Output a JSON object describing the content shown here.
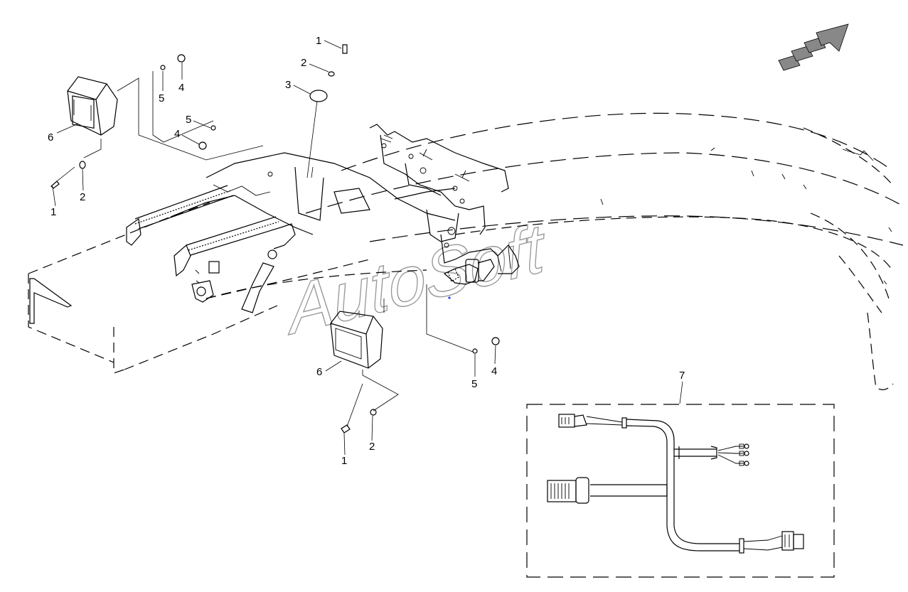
{
  "watermark": "AutoSoft",
  "callouts": {
    "topbolt_1": "1",
    "topwasher_2": "2",
    "cap_3": "3",
    "nut_left_4a": "4",
    "washer_left_5a": "5",
    "nut_left_4b": "4",
    "washer_left_5b": "5",
    "lamp_left_6": "6",
    "bolt_left_1": "1",
    "washer_left_2": "2",
    "lamp_center_6": "6",
    "washer_center_5": "5",
    "nut_center_4": "4",
    "bolt_center_1": "1",
    "washer_center_2": "2",
    "harness_7": "7"
  },
  "colors": {
    "line": "#000000",
    "watermark": "#9a9a9a",
    "arrow_fill": "#888888",
    "background": "#ffffff"
  },
  "icons": {
    "direction": "front-direction-arrow-icon"
  }
}
